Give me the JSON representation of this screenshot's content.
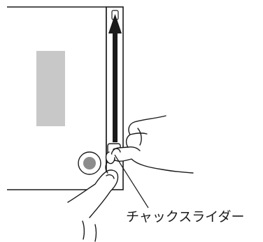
{
  "diagram": {
    "callout_label": "チャックスライダー",
    "colors": {
      "line": "#1a1a1a",
      "panel_fill": "#ffffff",
      "gray_block": "#c8c8c8",
      "button_dot": "#8c8c8c",
      "arrow": "#1a1a1a"
    },
    "icons": {
      "hands": "pinching-hands",
      "arrow": "upward-arrow",
      "button": "circular-button"
    }
  }
}
